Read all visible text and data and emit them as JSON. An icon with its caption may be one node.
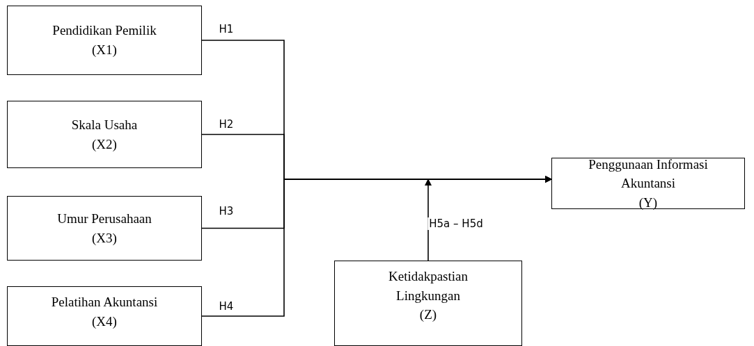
{
  "diagram": {
    "nodes": [
      {
        "text": [
          "Pendidikan Pemilik",
          "(X1)"
        ]
      },
      {
        "text": [
          "Skala Usaha",
          "(X2)"
        ]
      },
      {
        "text": [
          "Umur Perusahaan",
          "(X3)"
        ]
      },
      {
        "text": [
          "Pelatihan Akuntansi",
          "(X4)"
        ]
      },
      {
        "text": [
          "Penggunaan Informasi Akuntansi",
          "(Y)"
        ]
      },
      {
        "text": [
          "Ketidakpastian Lingkungan",
          "(Z)"
        ]
      }
    ],
    "edges": [
      {
        "from": 0,
        "to": 4,
        "arrow": "to",
        "label": "H1"
      },
      {
        "from": 1,
        "to": 4,
        "arrow": "to",
        "label": "H2"
      },
      {
        "from": 2,
        "to": 4,
        "arrow": "to",
        "label": "H3"
      },
      {
        "from": 3,
        "to": 4,
        "arrow": "to",
        "label": "H4"
      },
      {
        "from": 5,
        "to": null,
        "arrow": "to",
        "label": "H5a – H5d"
      }
    ]
  }
}
